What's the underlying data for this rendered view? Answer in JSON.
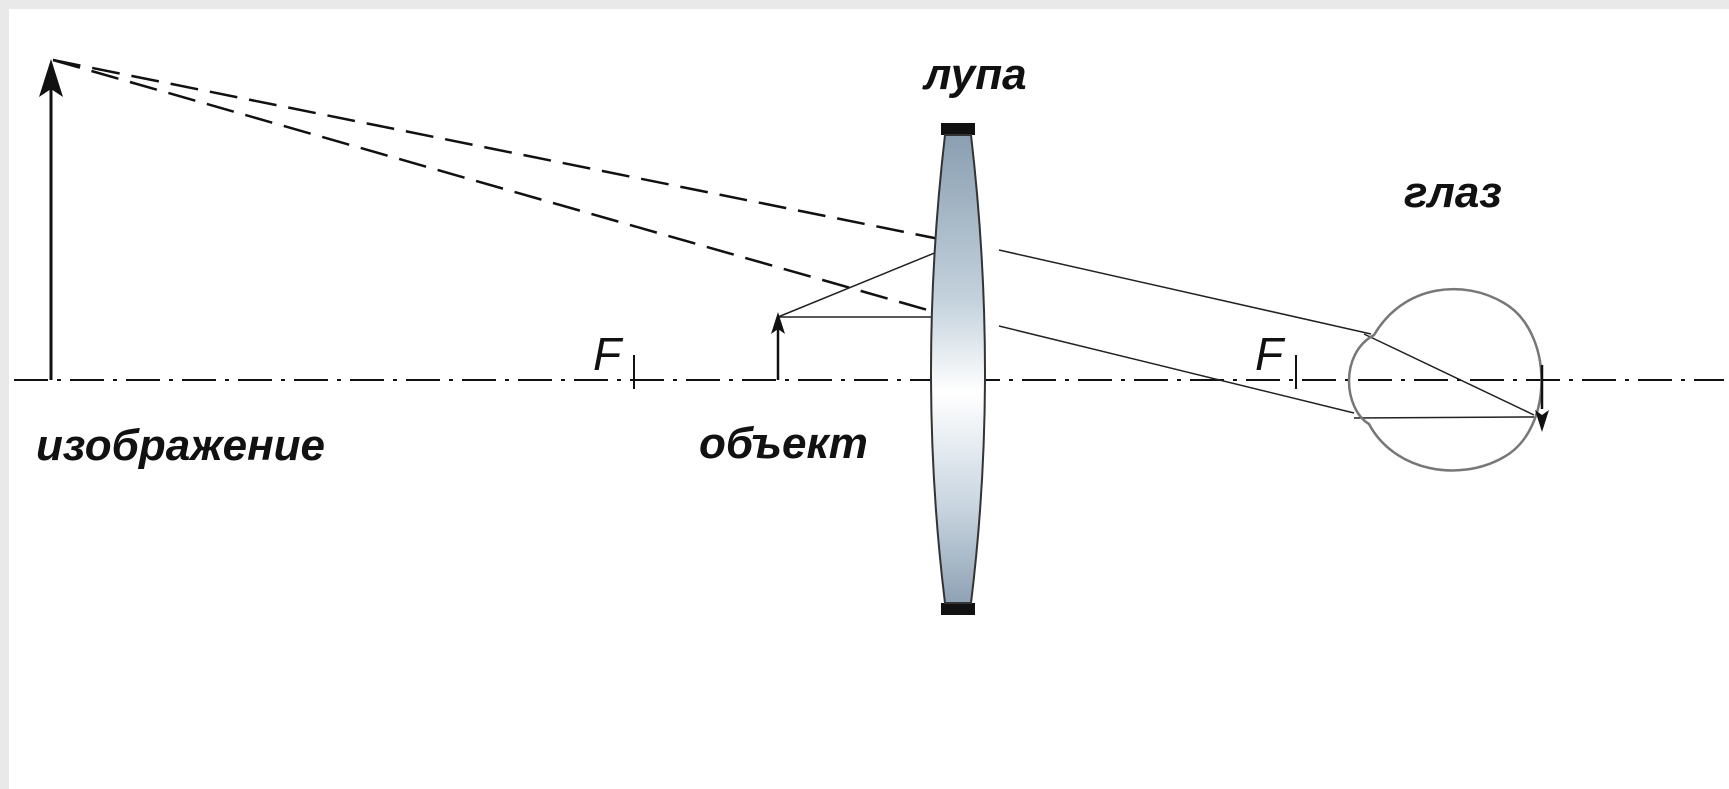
{
  "diagram": {
    "labels": {
      "lens": "лупа",
      "eye": "глаз",
      "image": "изображение",
      "object": "объект",
      "focus_left": "F",
      "focus_right": "F"
    },
    "colors": {
      "line": "#111111",
      "lens_edge": "#777777",
      "lens_light": "#ffffff",
      "lens_dark": "#9fb0bf",
      "eye_outline": "#777777"
    }
  }
}
